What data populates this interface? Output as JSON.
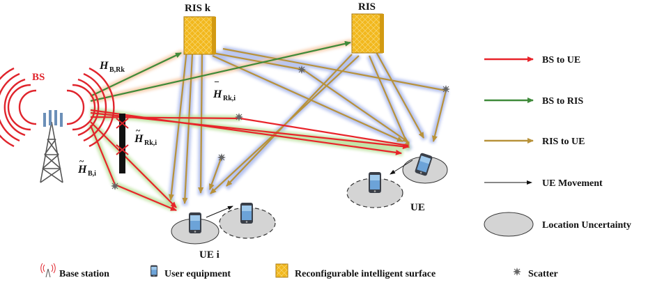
{
  "labels": {
    "bs": "BS",
    "ris_k": "RIS k",
    "ris": "RIS",
    "ue_i": "UE i",
    "ue": "UE"
  },
  "channels": {
    "h_b_rk": "H",
    "h_b_rk_sub": "B,Rk",
    "h_rk_i": "H",
    "h_rk_i_sub": "Rk,i",
    "h_rk_i_tilde": "H",
    "h_rk_i_tilde_sub": "Rk,i",
    "h_b_i": "H",
    "h_b_i_sub": "B,i"
  },
  "legend": {
    "bs_to_ue": "BS to UE",
    "bs_to_ris": "BS to RIS",
    "ris_to_ue": "RIS to UE",
    "ue_movement": "UE Movement",
    "location_uncertainty": "Location Uncertainty"
  },
  "bottom_legend": {
    "base_station": "Base station",
    "user_equipment": "User equipment",
    "ris": "Reconfigurable intelligent surface",
    "scatter": "Scatter"
  },
  "colors": {
    "bs_to_ue": "#e8242a",
    "bs_to_ris": "#3f8a3a",
    "ris_to_ue": "#b8923a",
    "bs_red": "#e0242c",
    "ris_yellow": "#f2b81e",
    "glow_green": "#b9e09a",
    "glow_orange": "#f6c7a0",
    "glow_blue": "#a9b8ec"
  }
}
